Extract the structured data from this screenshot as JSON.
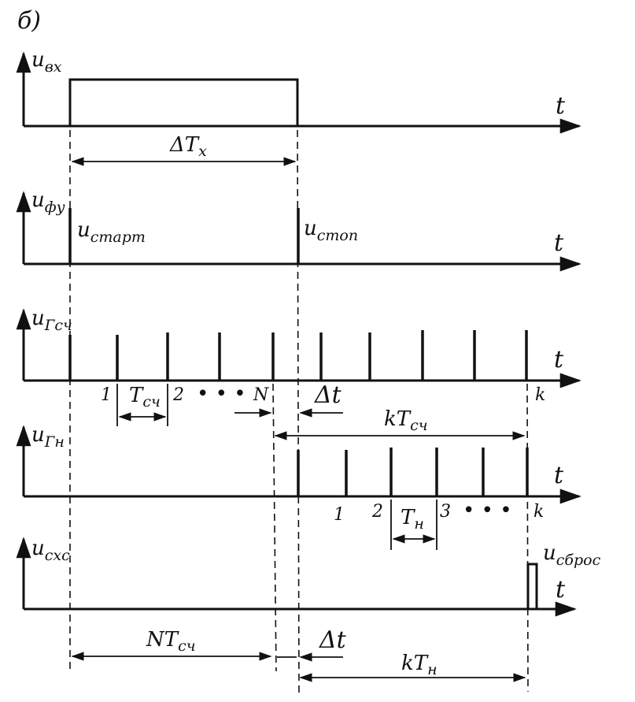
{
  "figure_label": "б)",
  "time_symbol": "t",
  "rows": {
    "input": {
      "signal": "u",
      "signal_sub": "вх"
    },
    "shaper": {
      "signal": "u",
      "signal_sub": "фу",
      "start": "u",
      "start_sub": "старт",
      "stop": "u",
      "stop_sub": "стоп"
    },
    "counter_gen": {
      "signal": "u",
      "signal_sub": "Гсч"
    },
    "nonius_gen": {
      "signal": "u",
      "signal_sub": "Гн"
    },
    "coincidence": {
      "signal": "u",
      "signal_sub": "схс",
      "reset": "u",
      "reset_sub": "сброс"
    }
  },
  "dimensions": {
    "delta_tx": {
      "main": "ΔT",
      "sub": "x"
    },
    "t_count": {
      "main": "T",
      "sub": "сч"
    },
    "k_t_count": {
      "main": "kT",
      "sub": "сч"
    },
    "t_nonius": {
      "main": "T",
      "sub": "н"
    },
    "n_t_count": {
      "main": "NT",
      "sub": "сч"
    },
    "k_t_nonius": {
      "main": "kT",
      "sub": "н"
    },
    "delta_t": "Δt"
  },
  "pulse_labels": {
    "counter": {
      "first": "1",
      "second": "2",
      "last": "N",
      "end": "k",
      "ellipsis": "• • •"
    },
    "nonius": {
      "first": "1",
      "second": "2",
      "third": "3",
      "end": "k",
      "ellipsis": "• • •"
    }
  }
}
